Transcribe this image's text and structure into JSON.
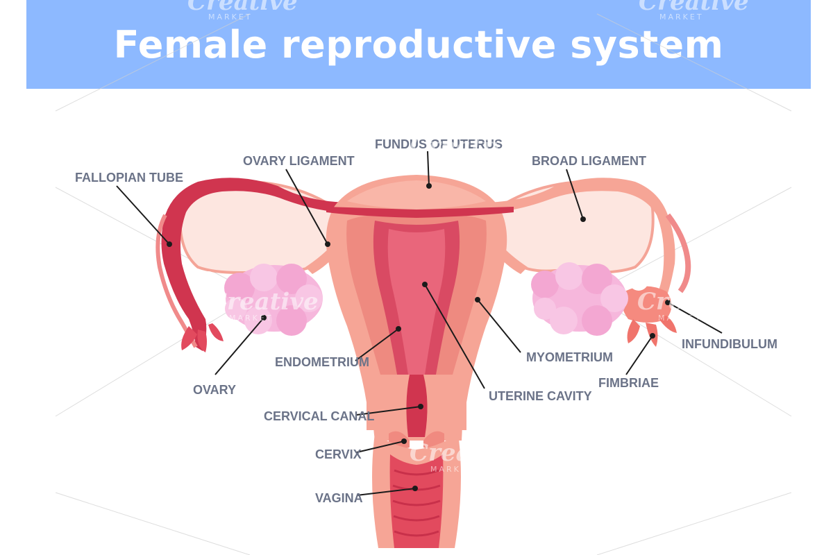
{
  "title": "Female reproductive system",
  "labels": {
    "fallopian_tube": "FALLOPIAN TUBE",
    "ovary_ligament": "OVARY LIGAMENT",
    "fundus": "FUNDUS OF UTERUS",
    "broad_ligament": "BROAD LIGAMENT",
    "ovary": "OVARY",
    "endometrium": "ENDOMETRIUM",
    "myometrium": "MYOMETRIUM",
    "infundibulum": "INFUNDIBULUM",
    "fimbriae": "FIMBRIAE",
    "uterine_cavity": "UTERINE CAVITY",
    "cervical_canal": "CERVICAL CANAL",
    "cervix": "CERVIX",
    "vagina": "VAGINA"
  },
  "watermark": {
    "brand": "Creative",
    "sub": "MARKET"
  },
  "colors": {
    "banner": "#8db9ff",
    "uterus_outer": "#f6a596",
    "uterus_mid": "#ee8a80",
    "cavity": "#d94a63",
    "cavity_light": "#e9667b",
    "tube_dark": "#d0354f",
    "broad_fill": "#fde6e0",
    "ovary": "#f6b7dc",
    "label": "#6b7388"
  }
}
